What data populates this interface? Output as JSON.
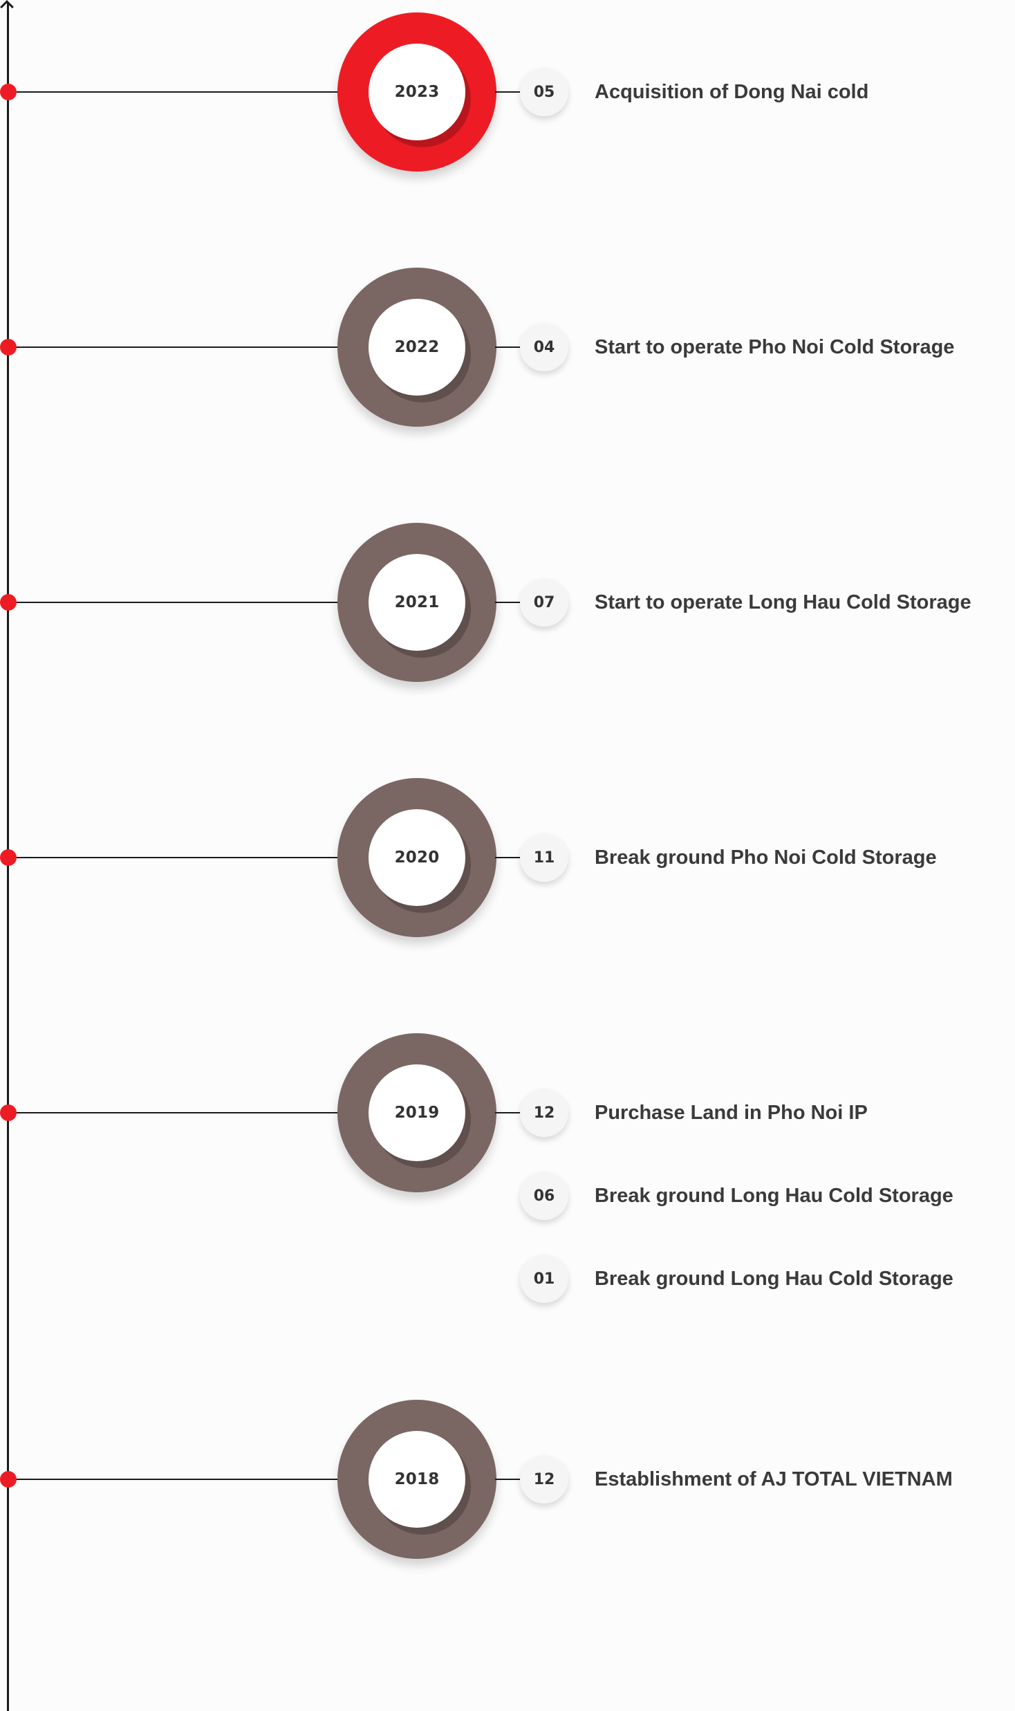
{
  "timeline": {
    "milestones": [
      {
        "year": "2023",
        "active": true,
        "events": [
          {
            "month": "05",
            "title": "Acquisition of Dong Nai cold"
          }
        ]
      },
      {
        "year": "2022",
        "active": false,
        "events": [
          {
            "month": "04",
            "title": "Start to operate Pho Noi Cold Storage"
          }
        ]
      },
      {
        "year": "2021",
        "active": false,
        "events": [
          {
            "month": "07",
            "title": "Start to operate Long Hau Cold Storage"
          }
        ]
      },
      {
        "year": "2020",
        "active": false,
        "events": [
          {
            "month": "11",
            "title": "Break ground Pho Noi Cold Storage"
          }
        ]
      },
      {
        "year": "2019",
        "active": false,
        "events": [
          {
            "month": "12",
            "title": "Purchase Land in Pho Noi IP"
          },
          {
            "month": "06",
            "title": "Break ground Long Hau Cold Storage"
          },
          {
            "month": "01",
            "title": "Break ground Long Hau Cold Storage"
          }
        ]
      },
      {
        "year": "2018",
        "active": false,
        "events": [
          {
            "month": "12",
            "title": "Establishment of AJ TOTAL VIETNAM"
          }
        ]
      }
    ]
  },
  "colors": {
    "active_ring": "#ed1c24",
    "inactive_ring": "#7a6663",
    "node_dot": "#ed1c24",
    "axis": "#1b1b1b",
    "text": "#333333"
  }
}
